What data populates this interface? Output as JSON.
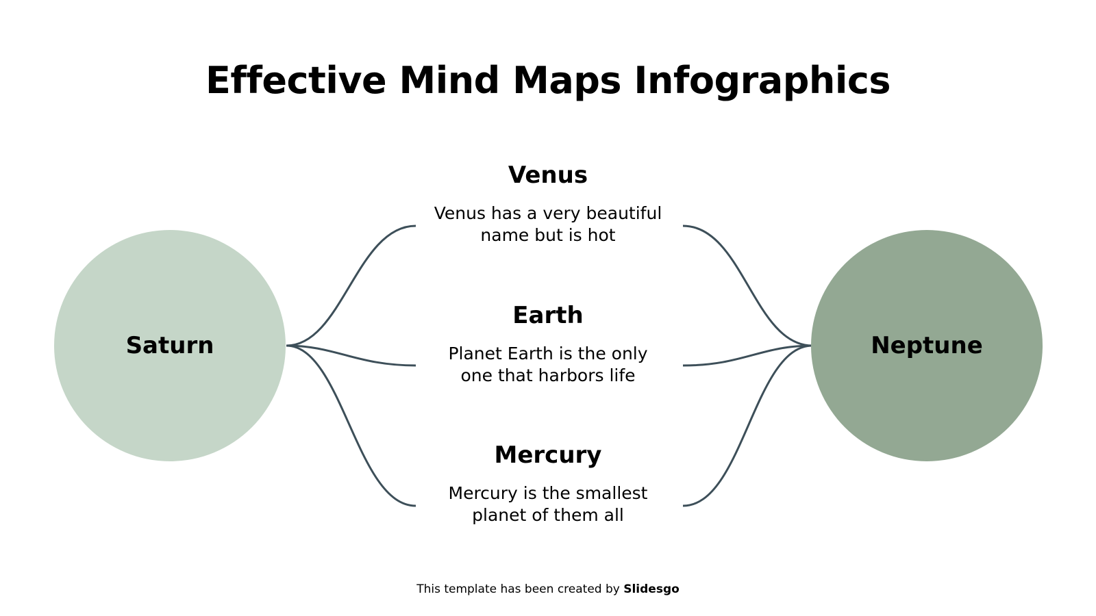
{
  "title": "Effective Mind Maps Infographics",
  "colors": {
    "left_circle": "#c5d6c8",
    "right_circle": "#93a893",
    "connector": "#3d4f59"
  },
  "left_circle": {
    "label": "Saturn"
  },
  "right_circle": {
    "label": "Neptune"
  },
  "nodes": [
    {
      "heading": "Venus",
      "line1": "Venus has a very beautiful",
      "line2": "name but is hot"
    },
    {
      "heading": "Earth",
      "line1": "Planet Earth is the only",
      "line2": "one that harbors life"
    },
    {
      "heading": "Mercury",
      "line1": "Mercury is the smallest",
      "line2": "planet of them all"
    }
  ],
  "footer": {
    "text": "This template has been created by ",
    "brand": "Slidesgo"
  }
}
